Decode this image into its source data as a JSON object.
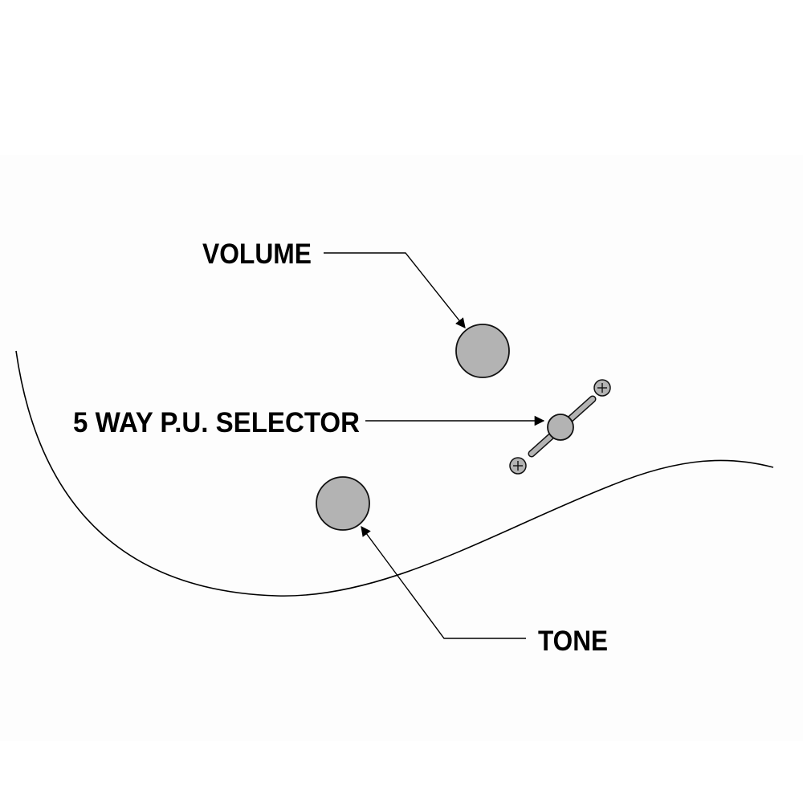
{
  "labels": {
    "volume": "VOLUME",
    "selector": "5 WAY P.U. SELECTOR",
    "tone": "TONE"
  },
  "colors": {
    "control_fill": "#b3b3b3",
    "line": "#000000",
    "background": "#ffffff"
  }
}
